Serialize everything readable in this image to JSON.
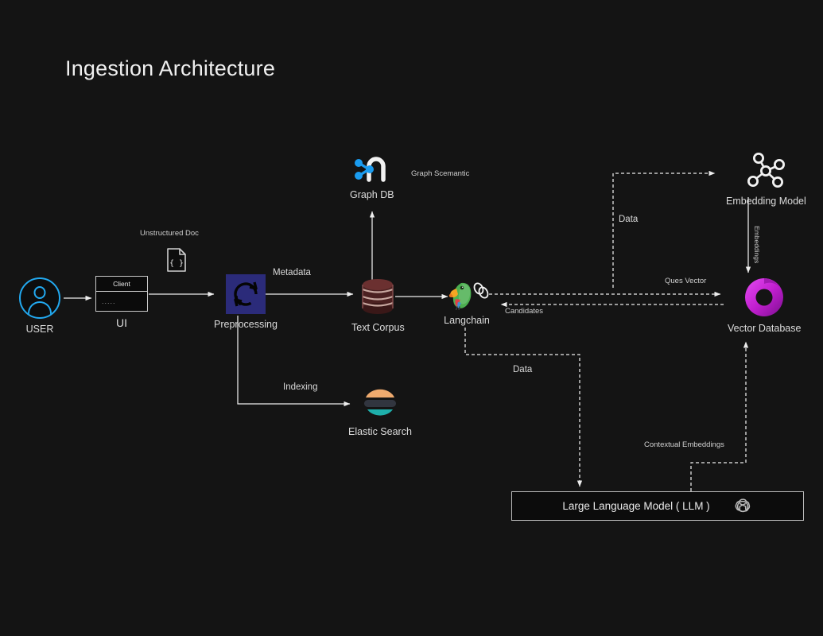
{
  "title": "Ingestion Architecture",
  "theme": {
    "background": "#141414",
    "text": "#dcdcdc",
    "edge": "#e8e8e8",
    "user_accent": "#22a9f0",
    "preprocessing_fill": "#2b2b7a",
    "corpus_fill": "#5a2a2a",
    "elastic_orange": "#eeaa6e",
    "elastic_dark": "#31353f",
    "elastic_teal": "#1eafab",
    "vectordb_accent": "#c21fd0",
    "graphdb_accent": "#1a9cf0"
  },
  "nodes": [
    {
      "id": "user",
      "label": "USER",
      "icon": "user-avatar-icon"
    },
    {
      "id": "ui",
      "label": "UI",
      "icon": "client-window-icon",
      "header": "Client",
      "body": "....."
    },
    {
      "id": "doc",
      "label": "Unstructured  Doc",
      "icon": "json-document-icon"
    },
    {
      "id": "preprocess",
      "label": "Preprocessing",
      "icon": "refresh-cycle-icon"
    },
    {
      "id": "corpus",
      "label": "Text Corpus",
      "icon": "database-cylinder-icon"
    },
    {
      "id": "graphdb",
      "label": "Graph DB",
      "icon": "neo4j-graph-icon"
    },
    {
      "id": "elastic",
      "label": "Elastic Search",
      "icon": "elasticsearch-icon"
    },
    {
      "id": "langchain",
      "label": "Langchain",
      "icon": "langchain-parrot-icon"
    },
    {
      "id": "embedding",
      "label": "Embedding Model",
      "icon": "node-graph-icon"
    },
    {
      "id": "vectordb",
      "label": "Vector Database",
      "icon": "vector-ring-icon"
    },
    {
      "id": "llm",
      "label": "Large Language Model ( LLM )",
      "icon": "openai-logo-icon"
    }
  ],
  "edge_labels": {
    "metadata": "Metadata",
    "indexing": "Indexing",
    "graph_semantic": "Graph Scemantic",
    "data_top": "Data",
    "data_bottom": "Data",
    "ques_vector": "Ques Vector",
    "candidates": "Candidates",
    "embeddings": "Embeddings",
    "contextual_embeddings": "Contextual Embeddings"
  }
}
